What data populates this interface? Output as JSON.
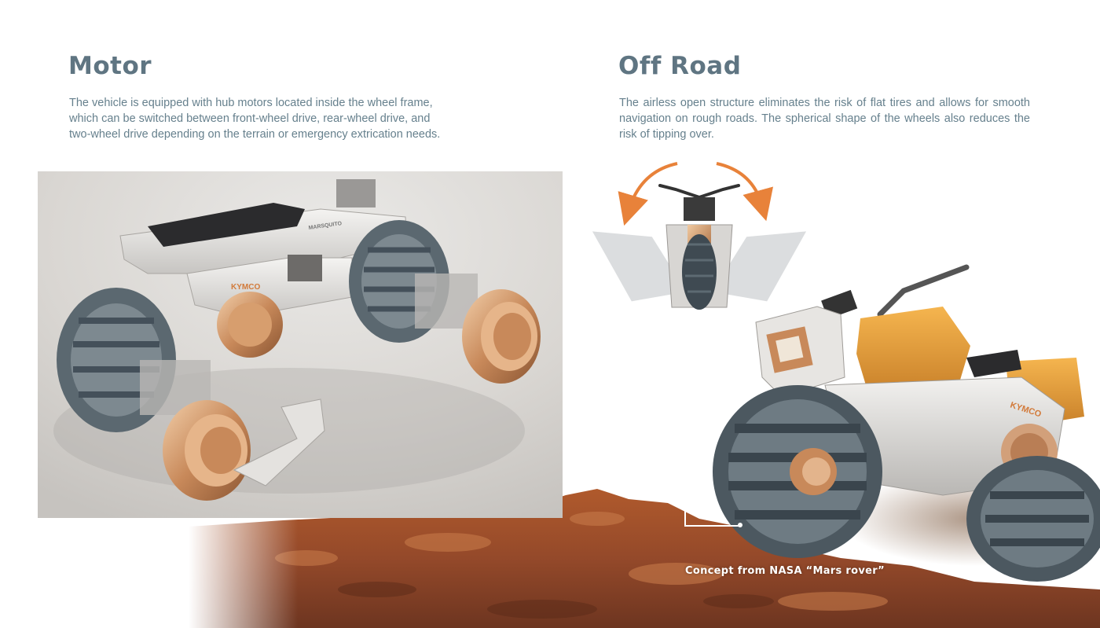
{
  "motor": {
    "title": "Motor",
    "description": "The vehicle is equipped with hub motors located inside the wheel frame, which can be switched between front-wheel drive, rear-wheel drive, and two-wheel drive depending on the terrain or emergency extrication needs."
  },
  "off_road": {
    "title": "Off Road",
    "description": "The airless open structure eliminates the risk of flat tires and allows for smooth navigation on rough roads. The spherical shape of the wheels also reduces the risk of tipping over."
  },
  "vehicle": {
    "brand_badge": "KYMCO",
    "model_marking": "MARSQUITO"
  },
  "caption": "Concept from NASA “Mars rover”",
  "colors": {
    "heading": "#5f7582",
    "body_text": "#66808d",
    "accent_arrow": "#e8823a",
    "copper": "#c8895a",
    "tire": "#5d6a72",
    "terrain": "#a4542b"
  }
}
